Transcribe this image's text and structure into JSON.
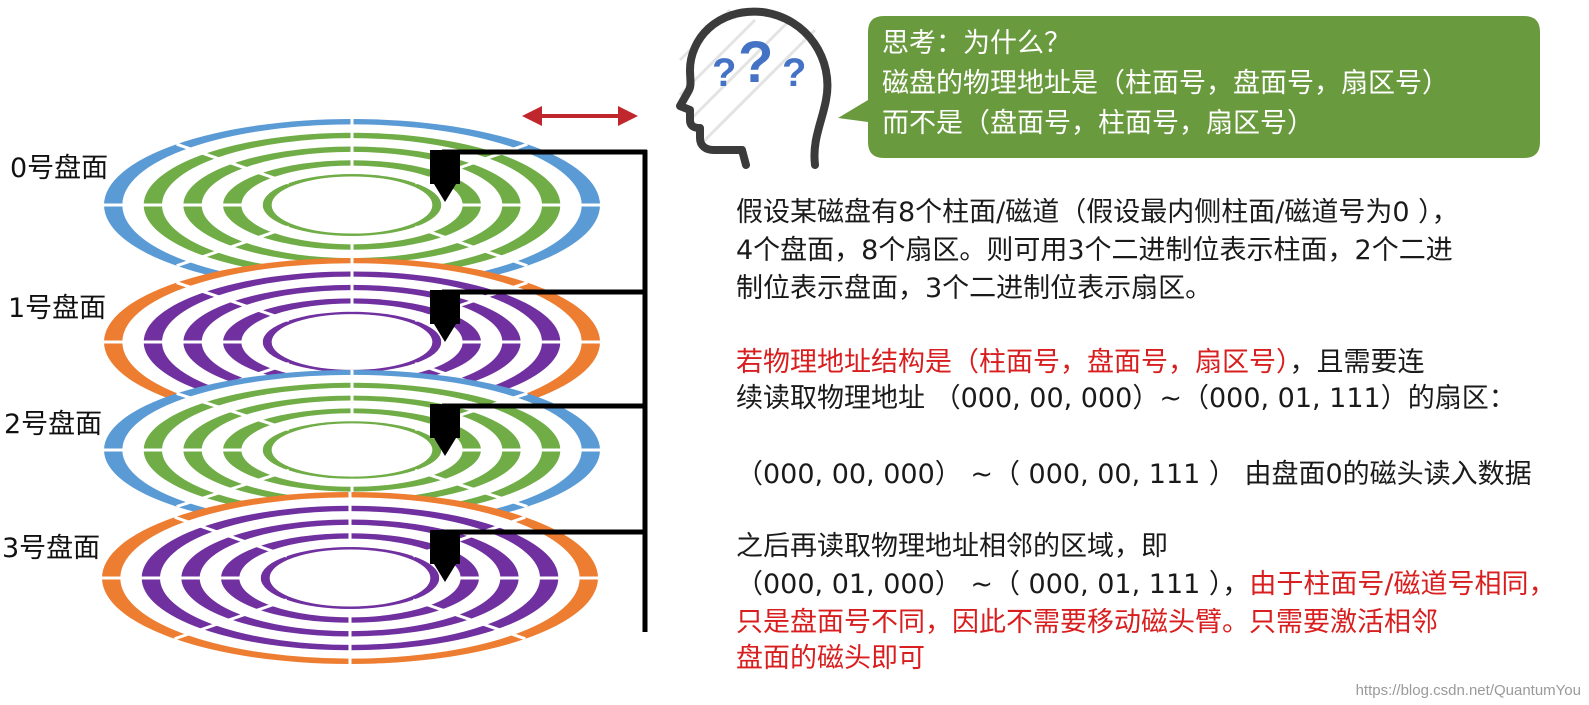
{
  "platter_labels": [
    "0号盘面",
    "1号盘面",
    "2号盘面",
    "3号盘面"
  ],
  "bubble": {
    "line1": "思考：为什么？",
    "line2": "磁盘的物理地址是（柱面号，盘面号，扇区号）",
    "line3": "而不是（盘面号，柱面号，扇区号）"
  },
  "para1": {
    "line1": "假设某磁盘有8个柱面/磁道（假设最内侧柱面/磁道号为0 ），",
    "line2": "4个盘面，8个扇区。则可用3个二进制位表示柱面，2个二进",
    "line3": "制位表示盘面，3个二进制位表示扇区。"
  },
  "para2": {
    "line1_red": "若物理地址结构是（柱面号，盘面号，扇区号）",
    "line1_rest": "，且需要连",
    "line2": "续读取物理地址 （000, 00, 000）~（000, 01, 111）的扇区："
  },
  "para3": {
    "line1": "（000, 00, 000） ~（ 000, 00, 111 ） 由盘面0的磁头读入数据"
  },
  "para4": {
    "line1": "之后再读取物理地址相邻的区域，即",
    "line2_black": "（000, 01, 000） ~（ 000, 01, 111 ），",
    "line2_red": "由于柱面号/磁道号相同，",
    "line3": "只是盘面号不同，因此不需要移动磁头臂。只需要激活相邻",
    "line4": "盘面的磁头即可"
  },
  "watermark": "https://blog.csdn.net/QuantumYou",
  "colors": {
    "bubble": "#6a9a3e",
    "arrow": "#c0272d",
    "red_text": "#d81e1e",
    "platter_a_outer": "#5b9bd5",
    "platter_a_track": "#70ad47",
    "platter_b_outer": "#ed7d31",
    "platter_b_track": "#7030a0"
  },
  "icons": [
    "thinking-head-icon",
    "double-arrow-icon",
    "read-head-icon"
  ]
}
